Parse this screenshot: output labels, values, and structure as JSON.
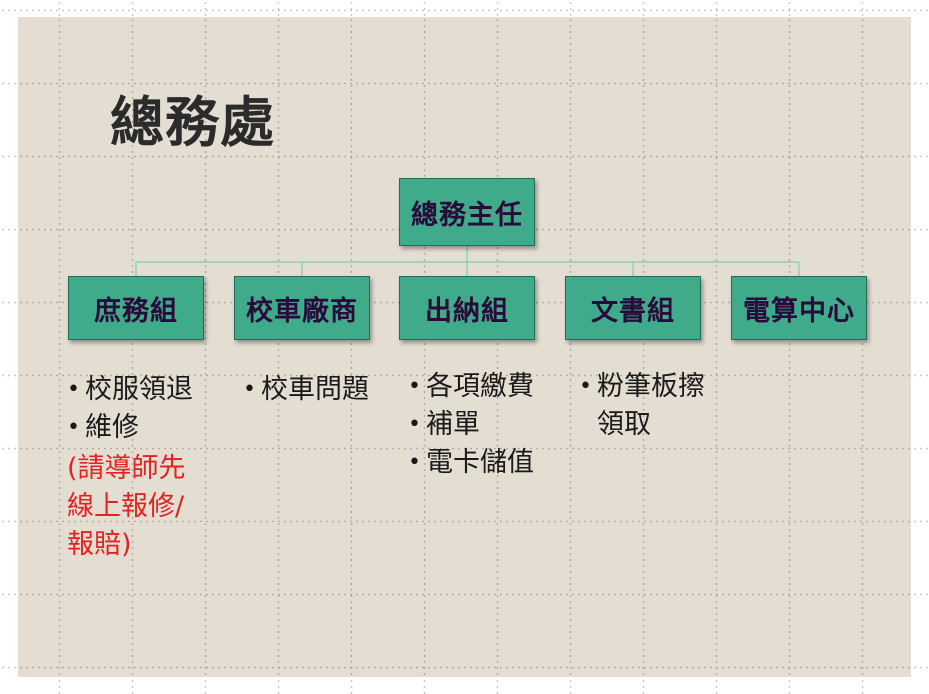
{
  "title": "總務處",
  "org_chart": {
    "head": "總務主任",
    "units": [
      {
        "name": "庶務組",
        "items": [
          "校服領退",
          "維修"
        ],
        "note": [
          "(請導師先",
          "線上報修/",
          "報賠)"
        ]
      },
      {
        "name": "校車廠商",
        "items": [
          "校車問題"
        ]
      },
      {
        "name": "出納組",
        "items": [
          "各項繳費",
          "補單",
          "電卡儲值"
        ]
      },
      {
        "name": "文書組",
        "items": [
          "粉筆板擦",
          "領取"
        ],
        "continuation": true
      },
      {
        "name": "電算中心",
        "items": []
      }
    ]
  },
  "colors": {
    "slide_bg": "#e4ddd2",
    "box_fill": "#3fab8a",
    "box_text": "#2a0a3a",
    "connector": "#8fd0bc",
    "note_red": "#e32222"
  }
}
